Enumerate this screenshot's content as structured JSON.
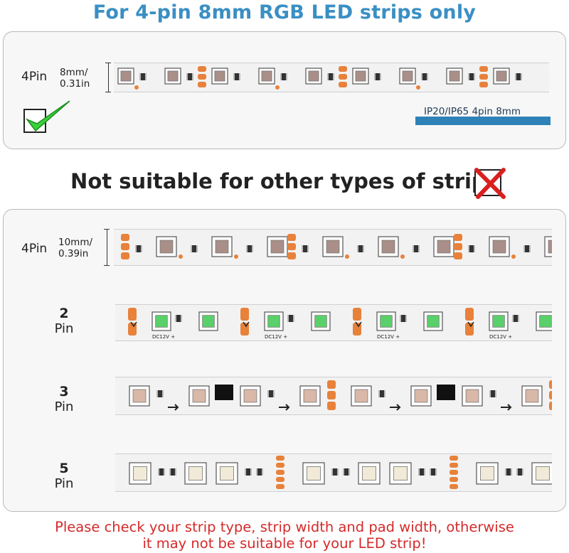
{
  "header": {
    "title": "For 4-pin 8mm RGB LED strips only"
  },
  "suitable": {
    "pin_label": "4Pin",
    "dim_mm": "8mm/",
    "dim_in": "0.31in",
    "ip_label": "IP20/IP65 4pin 8mm",
    "check_icon": "check-icon",
    "accent": "#3a8fc4"
  },
  "not_suitable": {
    "title": "Not suitable for other types of strips",
    "cross_icon": "cross-icon",
    "items": [
      {
        "pin_label": "4Pin",
        "dim_mm": "10mm/",
        "dim_in": "0.39in"
      },
      {
        "pin_num": "2",
        "pin_word": "Pin",
        "pad_text": "DC12V +"
      },
      {
        "pin_num": "3",
        "pin_word": "Pin"
      },
      {
        "pin_num": "5",
        "pin_word": "Pin"
      }
    ]
  },
  "footer": {
    "line1": "Please check your strip type, strip width and pad width, otherwise",
    "line2": "it may not be suitable for your LED strip!",
    "color": "#d42a2a"
  }
}
